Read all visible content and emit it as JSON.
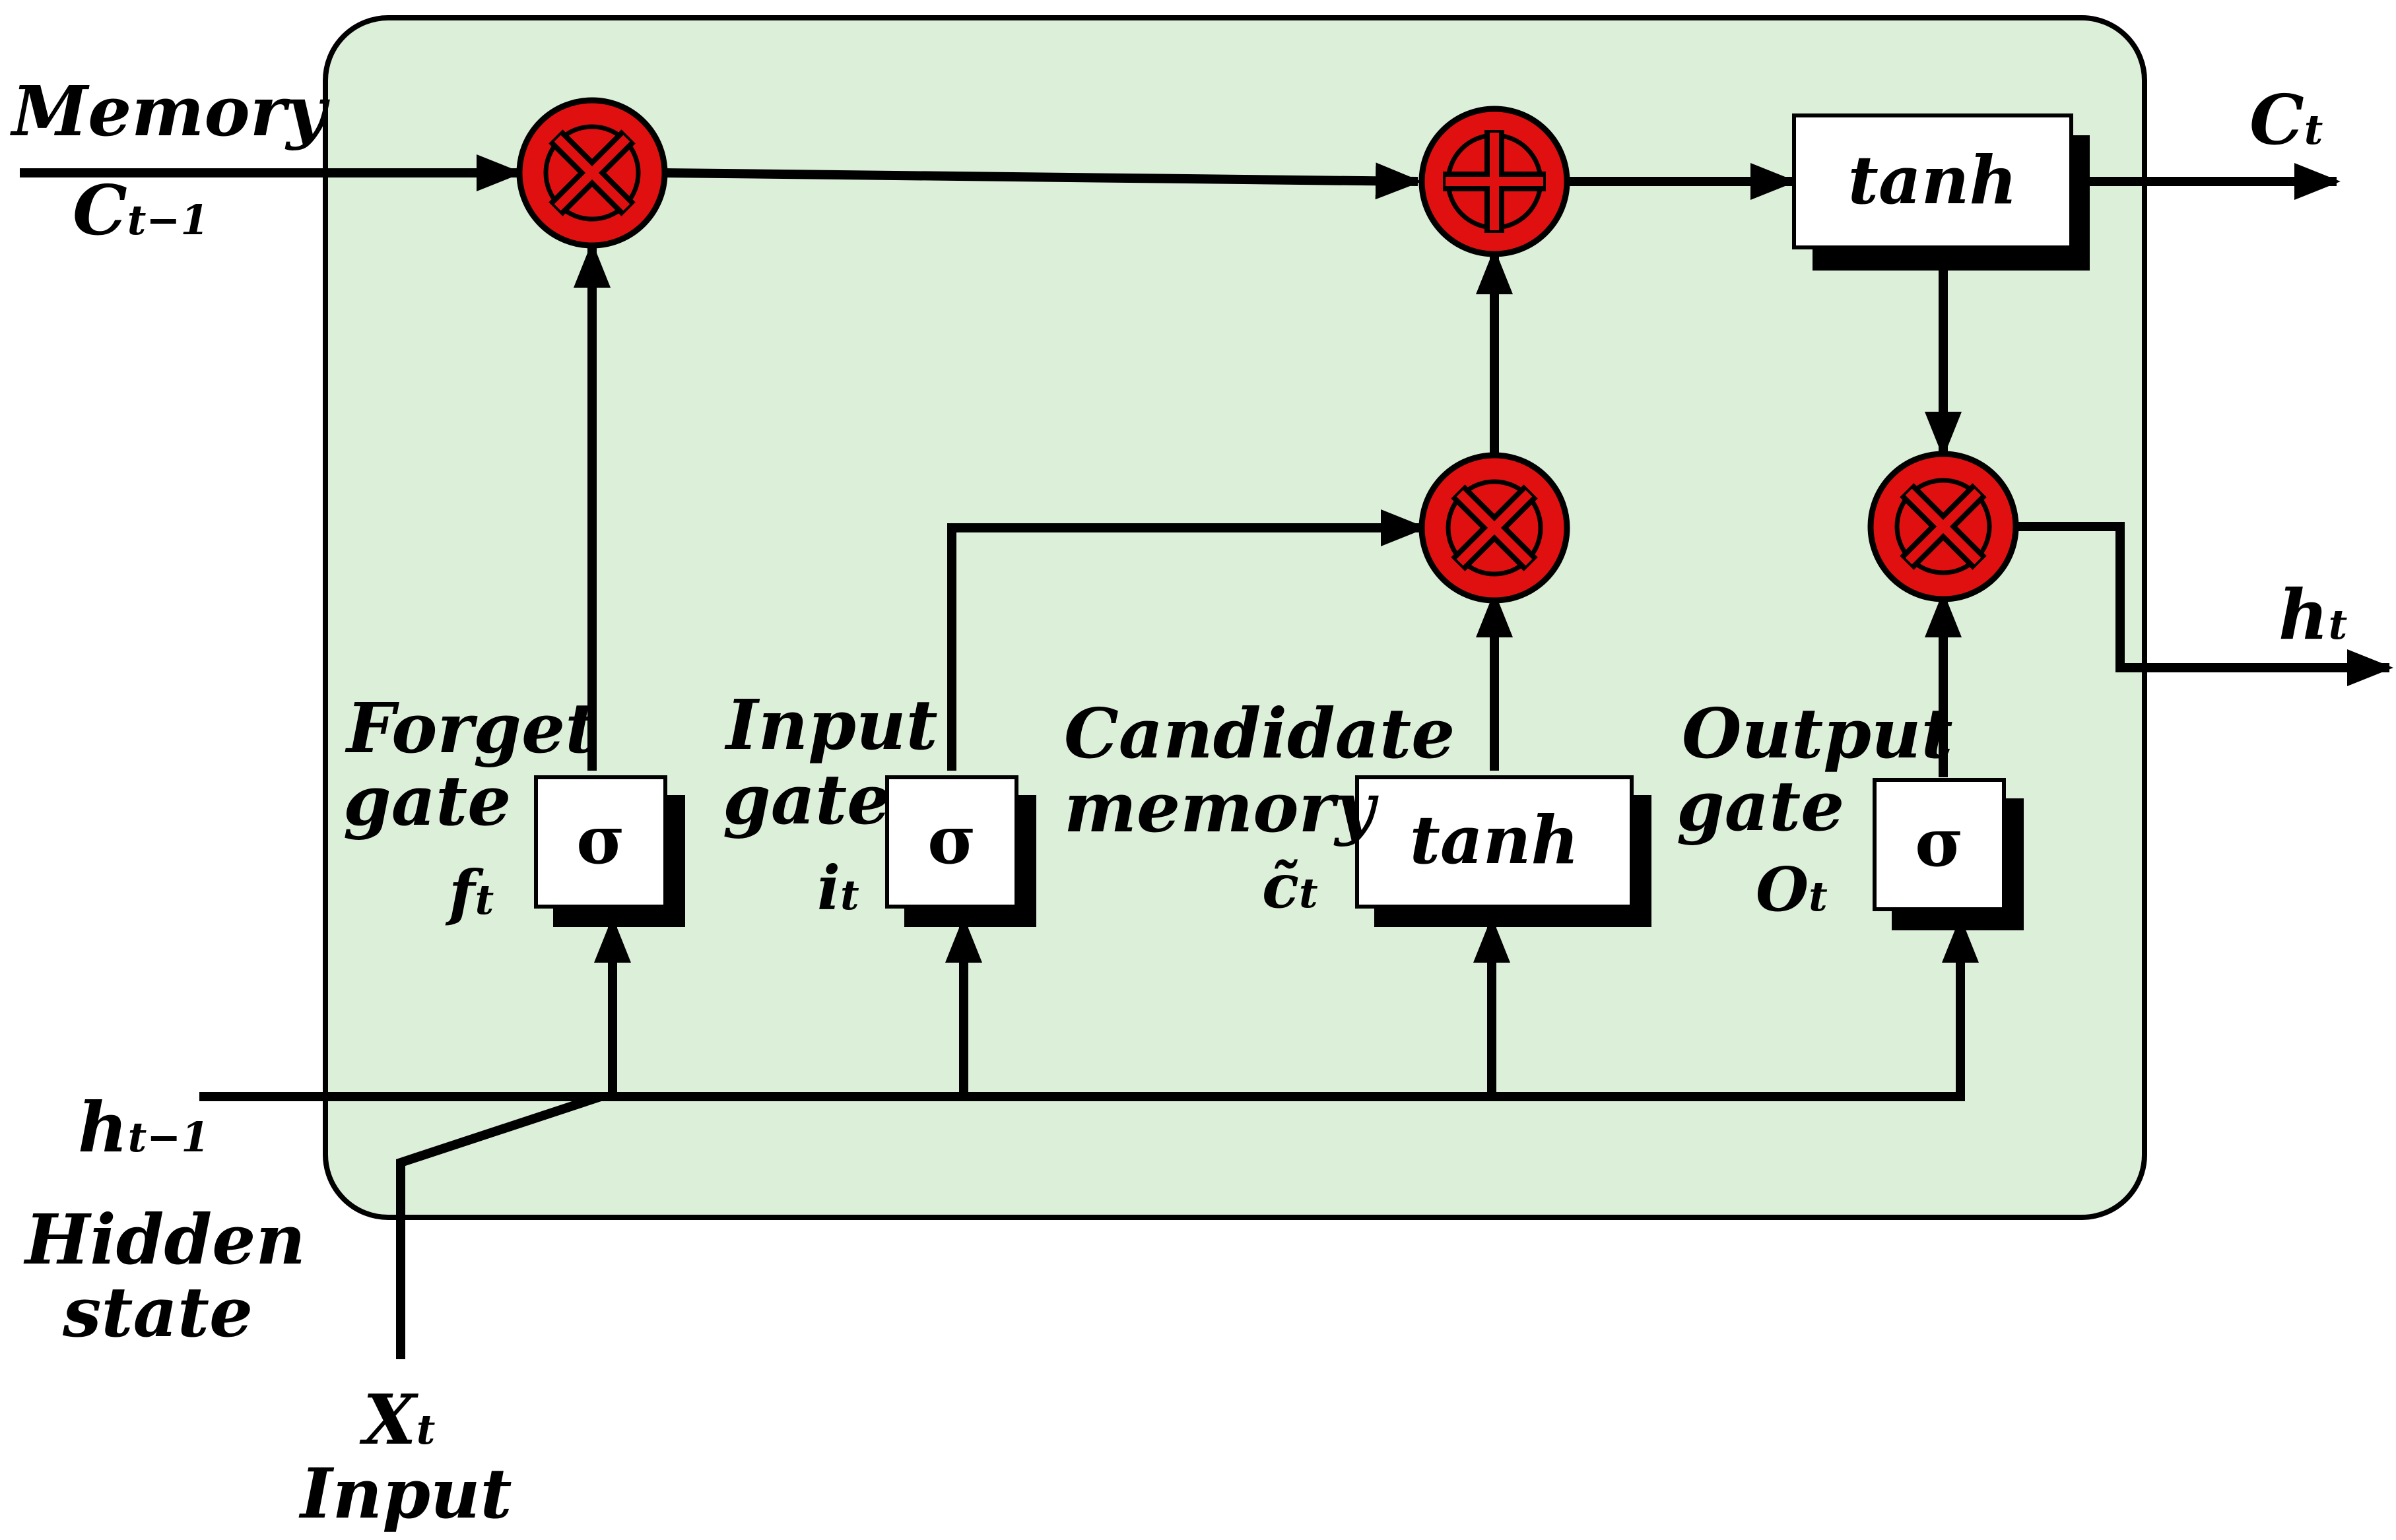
{
  "colors": {
    "cell_fill": "#dcefd9",
    "node_red": "#e01010",
    "wire": "#000000"
  },
  "labels": {
    "memory_word": "Memory",
    "c_prev_main": "C",
    "c_prev_sub": "t−1",
    "c_out_main": "C",
    "c_out_sub": "t",
    "h_out_main": "h",
    "h_out_sub": "t",
    "h_prev_main": "h",
    "h_prev_sub": "t−1",
    "hidden_line1": "Hidden",
    "hidden_line2": "state",
    "x_main": "X",
    "x_sub": "t",
    "input_word": "Input"
  },
  "gates": {
    "forget": {
      "line1": "Forget",
      "line2": "gate",
      "sym": "f",
      "sub": "t",
      "box": "σ"
    },
    "input": {
      "line1": "Input",
      "line2": "gate",
      "sym": "i",
      "sub": "t",
      "box": "σ"
    },
    "candidate": {
      "line1": "Candidate",
      "line2": "memory",
      "sym": "c̃",
      "sub": "t",
      "box": "tanh"
    },
    "output": {
      "line1": "Output",
      "line2": "gate",
      "sym": "O",
      "sub": "t",
      "box": "σ"
    }
  },
  "boxes": {
    "top_tanh": "tanh"
  },
  "operators": {
    "forget_multiply": "multiply",
    "memory_add": "add",
    "input_multiply": "multiply",
    "output_multiply": "multiply"
  }
}
